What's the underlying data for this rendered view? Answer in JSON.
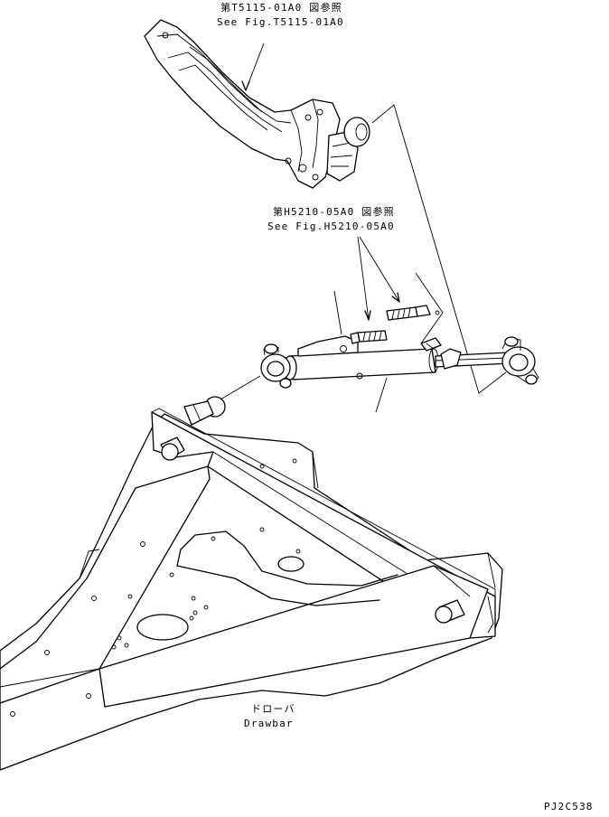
{
  "callouts": {
    "top_ref_jp": "第T5115-01A0 図参照",
    "top_ref_en": "See Fig.T5115-01A0",
    "mid_ref_jp": "第H5210-05A0 図参照",
    "mid_ref_en": "See Fig.H5210-05A0",
    "drawbar_jp": "ドローバ",
    "drawbar_en": "Drawbar"
  },
  "drawing_number": "PJ2C538"
}
